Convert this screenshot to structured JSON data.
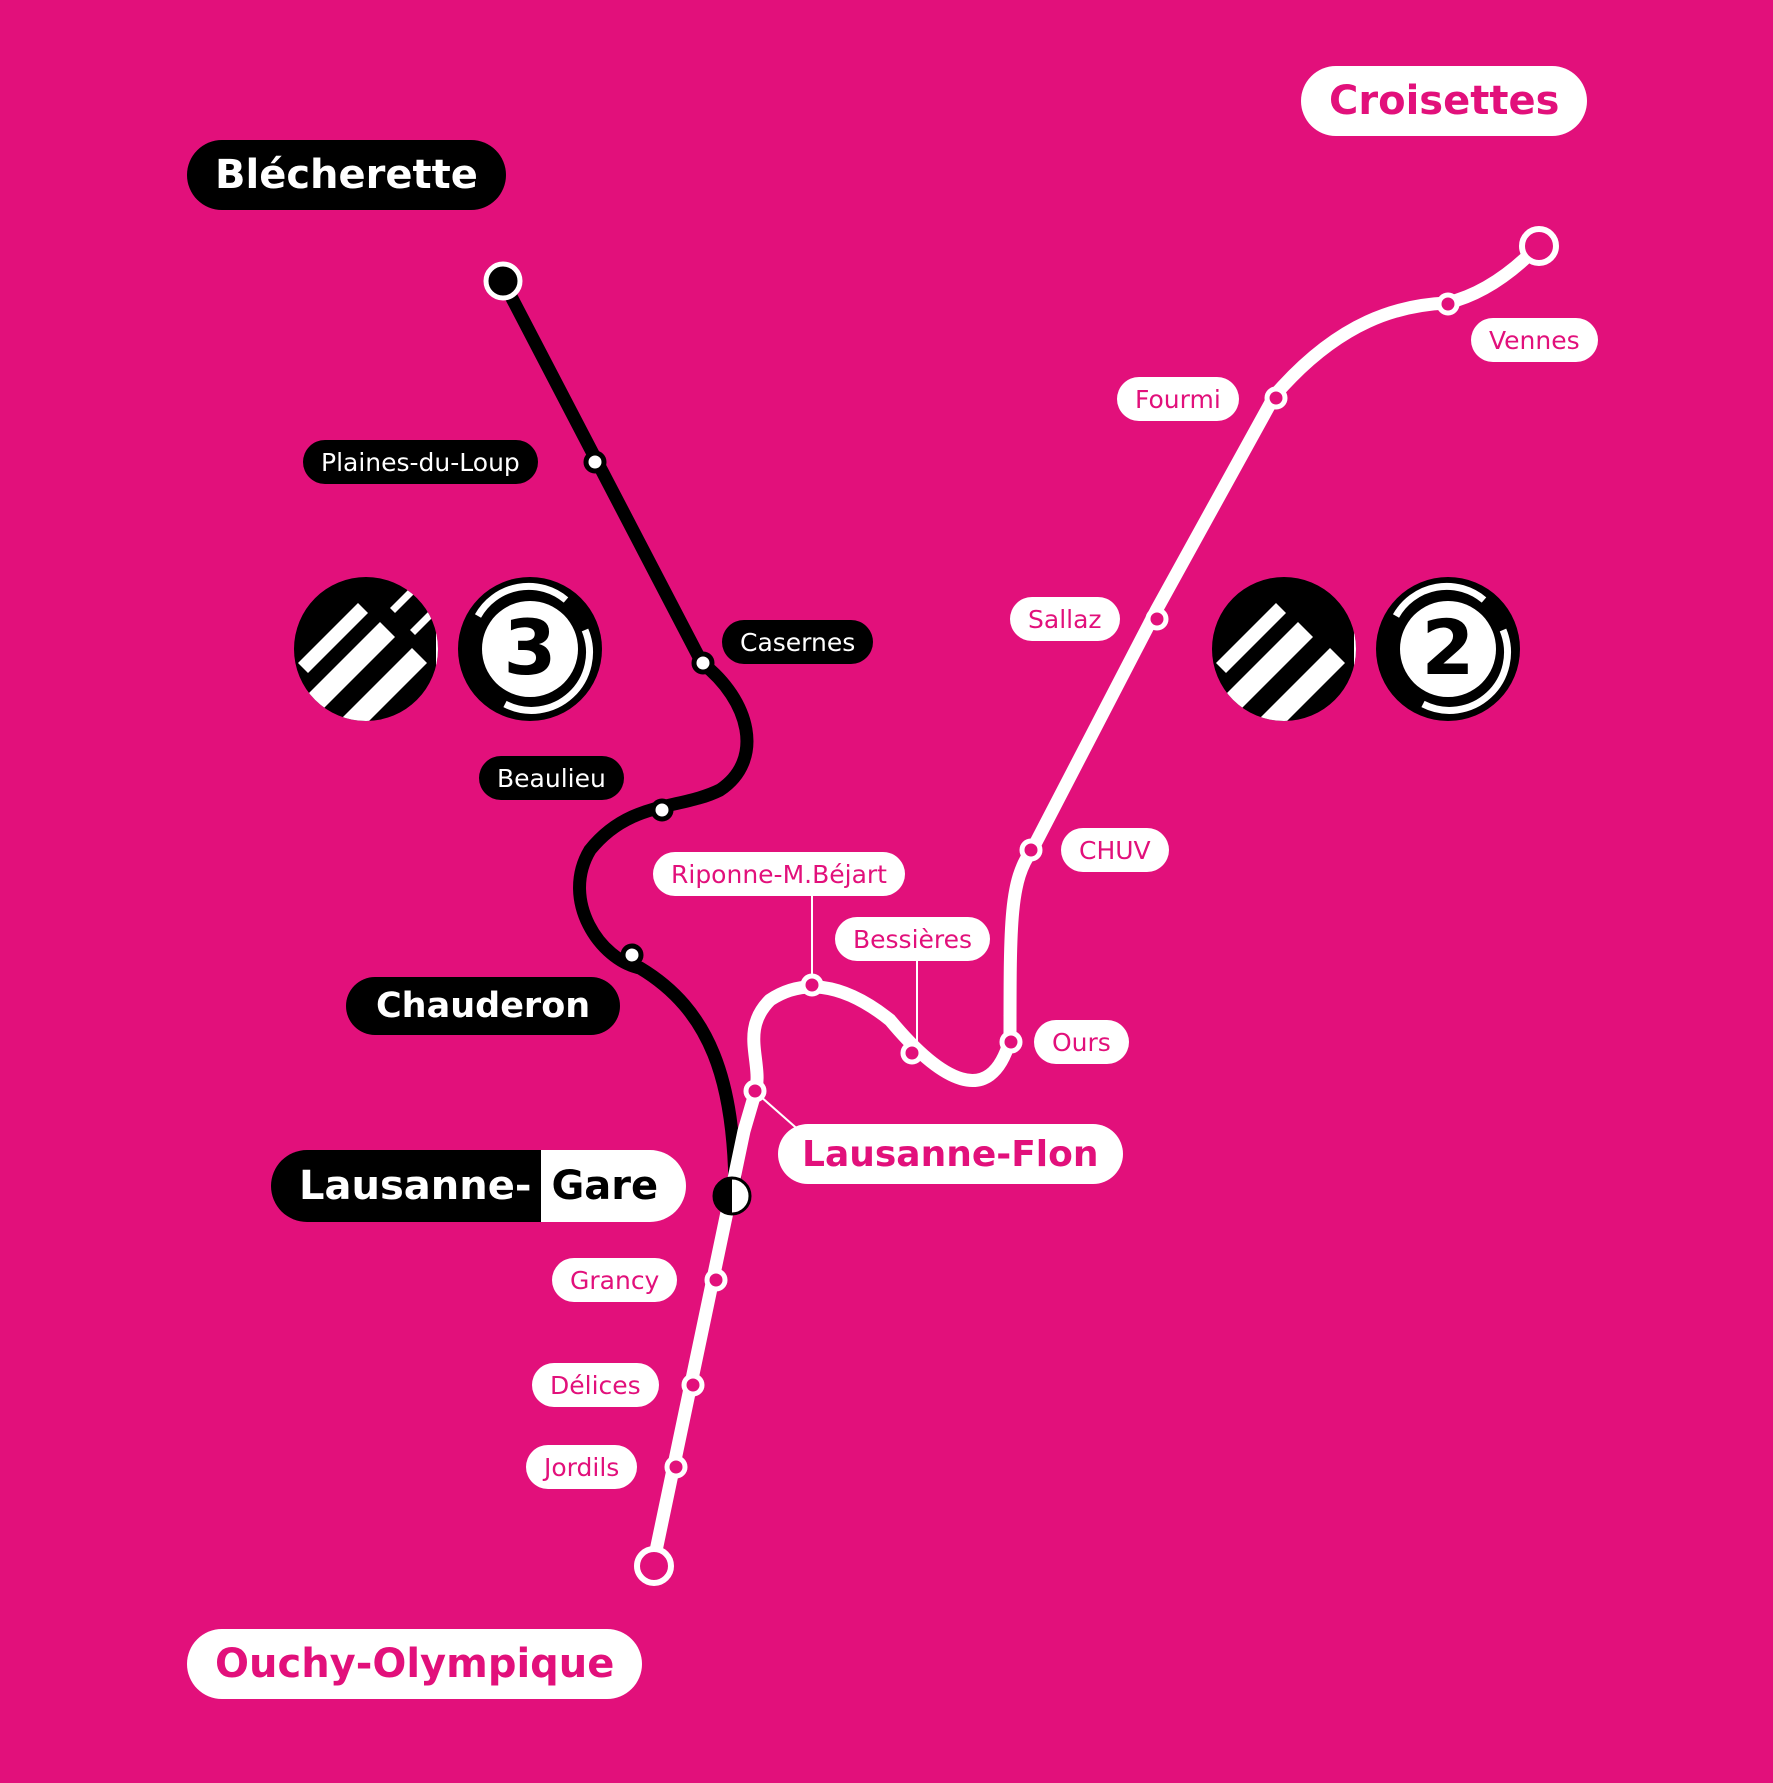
{
  "lines": {
    "m3": {
      "number": "3",
      "color": "#000000",
      "stations": {
        "blecherette": "Blécherette",
        "plaines_du_loup": "Plaines-du-Loup",
        "casernes": "Casernes",
        "beaulieu": "Beaulieu",
        "chauderon": "Chauderon"
      }
    },
    "m2": {
      "number": "2",
      "color": "#ffffff",
      "stations": {
        "croisettes": "Croisettes",
        "vennes": "Vennes",
        "fourmi": "Fourmi",
        "sallaz": "Sallaz",
        "chuv": "CHUV",
        "ours": "Ours",
        "bessieres": "Bessières",
        "riponne": "Riponne-M.Béjart",
        "flon": "Lausanne-Flon",
        "grancy": "Grancy",
        "delices": "Délices",
        "jordils": "Jordils",
        "ouchy": "Ouchy-Olympique"
      }
    }
  },
  "shared": {
    "gare_part1": "Lausanne-",
    "gare_part2": "Gare"
  },
  "colors": {
    "background": "#e2107b",
    "line3": "#000000",
    "line2": "#ffffff"
  },
  "icons": {
    "metro": "metro-logo-icon"
  }
}
